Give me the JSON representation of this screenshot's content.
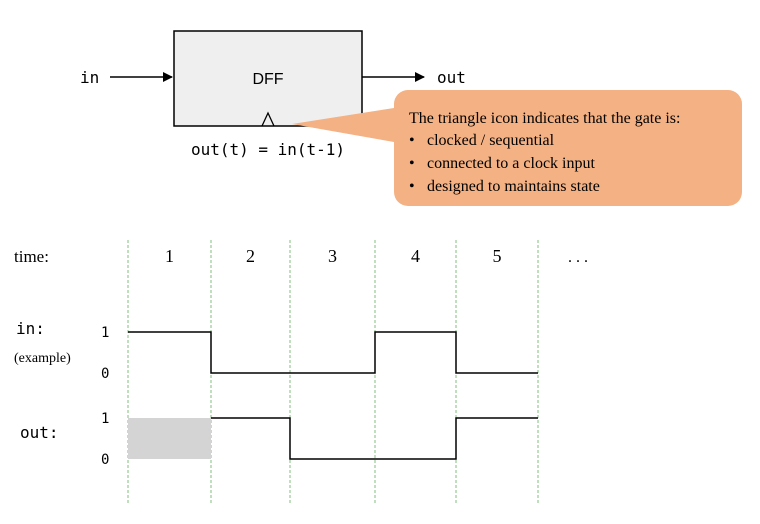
{
  "gate": {
    "input_label": "in",
    "name": "DFF",
    "output_label": "out",
    "equation": "out(t) = in(t-1)"
  },
  "callout": {
    "heading": "The triangle icon indicates that the gate is:",
    "bullets": [
      "clocked / sequential",
      "connected to a clock input",
      "designed to maintains state"
    ],
    "color": "#f4b183"
  },
  "timing": {
    "time_label": "time:",
    "time_steps": [
      "1",
      "2",
      "3",
      "4",
      "5"
    ],
    "ellipsis": ". . .",
    "signals": [
      {
        "label": "in:",
        "sublabel": "(example)",
        "high_label": "1",
        "low_label": "0",
        "values": [
          1,
          0,
          0,
          1,
          0
        ]
      },
      {
        "label": "out:",
        "sublabel": "",
        "high_label": "1",
        "low_label": "0",
        "values": [
          null,
          1,
          0,
          0,
          1
        ]
      }
    ]
  },
  "colors": {
    "divider": "#7fbf7f",
    "undefined_fill": "#d4d4d4",
    "box_fill": "#efefef"
  }
}
